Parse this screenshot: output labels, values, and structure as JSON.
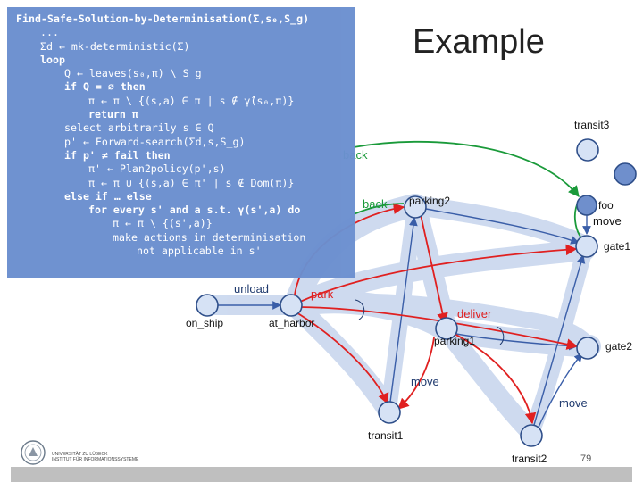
{
  "slide": {
    "title": "Example",
    "page_number": "79"
  },
  "algorithm": {
    "lines": [
      {
        "indent": 0,
        "text": "Find-Safe-Solution-by-Determinisation(Σ,s₀,S_g)",
        "bold": true
      },
      {
        "indent": 1,
        "text": "...",
        "bold": false
      },
      {
        "indent": 1,
        "text": "Σd ← mk-deterministic(Σ)",
        "bold": false
      },
      {
        "indent": 1,
        "text": "loop",
        "bold": true
      },
      {
        "indent": 2,
        "text": "Q ← leaves(s₀,π) \\ S_g",
        "bold": false
      },
      {
        "indent": 2,
        "text": "if Q = ∅ then",
        "bold": true
      },
      {
        "indent": 3,
        "text": "π ← π \\ {(s,a) ∈ π | s ∉ γ̂(s₀,π)}",
        "bold": false
      },
      {
        "indent": 3,
        "text": "return π",
        "bold": true
      },
      {
        "indent": 2,
        "text": "select arbitrarily s ∈ Q",
        "bold": false
      },
      {
        "indent": 2,
        "text": "p' ← Forward-search(Σd,s,S_g)",
        "bold": false
      },
      {
        "indent": 2,
        "text": "if p' ≠ fail then",
        "bold": true
      },
      {
        "indent": 3,
        "text": "π' ← Plan2policy(p',s)",
        "bold": false
      },
      {
        "indent": 3,
        "text": "π ← π ∪ {(s,a) ∈ π' | s ∉ Dom(π)}",
        "bold": false
      },
      {
        "indent": 2,
        "text": "else if … else",
        "bold": true
      },
      {
        "indent": 3,
        "text": "for every s' and a s.t. γ(s',a) do",
        "bold": true
      },
      {
        "indent": 4,
        "text": "π ← π \\ {(s',a)}",
        "bold": false
      },
      {
        "indent": 4,
        "text": "make actions in determinisation",
        "bold": false
      },
      {
        "indent": 5,
        "text": "not applicable in s'",
        "bold": false
      }
    ]
  },
  "diagram": {
    "states": {
      "transit3": "transit3",
      "foo": "foo",
      "gate1": "gate1",
      "gate2": "gate2",
      "parking2": "parking2",
      "parking1": "parking1",
      "on_ship": "on_ship",
      "at_harbor": "at_harbor",
      "transit1": "transit1",
      "transit2": "transit2"
    },
    "actions": {
      "back_top": "back",
      "back_mid": "back",
      "move_foo": "move",
      "unload": "unload",
      "park": "park",
      "deliver": "deliver",
      "move_mid": "move",
      "move_low": "move"
    },
    "colors": {
      "node_fill": "#d6e2f5",
      "node_fill_dark": "#6f8fcc",
      "node_stroke": "#2f4f8a",
      "band": "#c9d7ee",
      "red": "#e02020",
      "green": "#1a9a3a",
      "blue_edge": "#3a5ea8"
    }
  },
  "logo": {
    "name_line1": "UNIVERSITÄT ZU LÜBECK",
    "name_line2": "INSTITUT FÜR INFORMATIONSSYSTEME"
  }
}
